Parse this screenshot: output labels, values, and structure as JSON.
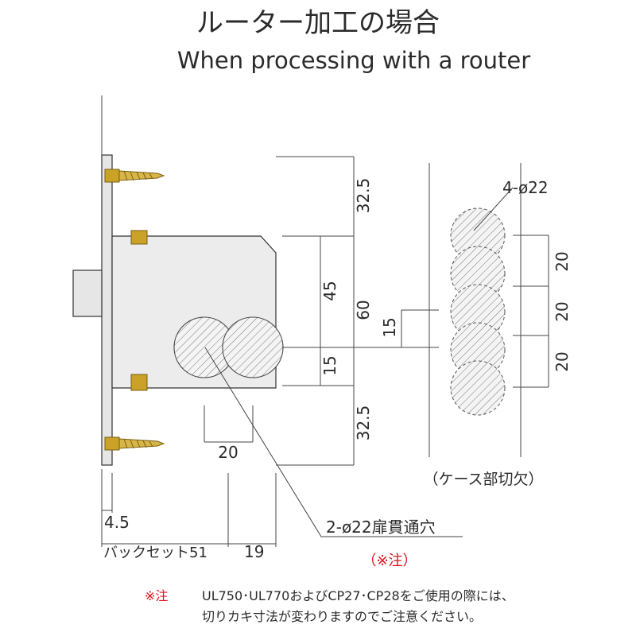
{
  "title_jp": "ルーター加工の場合",
  "title_en": "When processing with a router",
  "dimensions": {
    "top": "32.5",
    "mid": "45",
    "total": "60",
    "lower": "15",
    "bottom": "32.5",
    "offset": "15",
    "width": "20",
    "right_1": "20",
    "right_2": "20",
    "right_3": "20",
    "front_gap": "4.5",
    "backset_label": "バックセット51",
    "backset_extra": "19"
  },
  "labels": {
    "hole_spec": "4-ø22",
    "case_cutout": "（ケース部切欠）",
    "through_hole": "2-ø22扉貫通穴",
    "note_ref": "（※注）"
  },
  "note": {
    "mark": "※注",
    "line1": "UL750･UL770およびCP27･CP28をご使用の際には、",
    "line2": "切りカキ寸法が変わりますのでご注意ください。"
  },
  "colors": {
    "screw": "#c9a227",
    "note_red": "#e0121a",
    "case_fill": "#ececec"
  }
}
